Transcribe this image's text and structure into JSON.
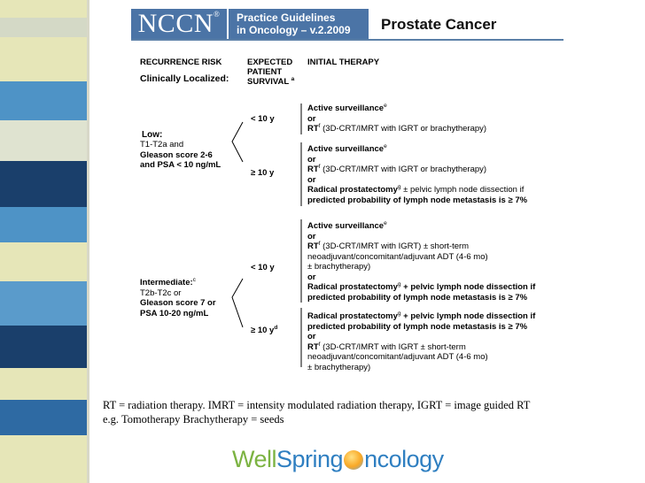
{
  "header": {
    "logo": "NCCN",
    "logo_mark": "®",
    "guidelines_line1": "Practice Guidelines",
    "guidelines_line2": "in Oncology – v.2.2009",
    "title": "Prostate Cancer"
  },
  "columns": {
    "recurrence_risk": "RECURRENCE RISK",
    "clinically_localized": "Clinically Localized:",
    "survival_line1": "EXPECTED",
    "survival_line2": "PATIENT",
    "survival_line3": "SURVIVAL",
    "survival_sup": "a",
    "initial_therapy": "INITIAL THERAPY"
  },
  "low": {
    "label": "Low:",
    "line2": "T1-T2a and",
    "line3": "Gleason score 2-6",
    "line4": "and PSA < 10 ng/mL",
    "branch1": "< 10 y",
    "branch2": "≥ 10 y",
    "therapy1": [
      "Active surveillance",
      "or",
      "RT",
      "(3D-CRT/IMRT with IGRT or brachytherapy)"
    ],
    "therapy1_sups": [
      "e",
      "f"
    ],
    "therapy2": [
      "Active surveillance",
      "or",
      "RT",
      "(3D-CRT/IMRT with IGRT or brachytherapy)",
      "or",
      "Radical prostatectomy",
      "± pelvic lymph node dissection if",
      "predicted probability of lymph node metastasis is ≥ 7%"
    ],
    "therapy2_sups": [
      "e",
      "f",
      "g"
    ]
  },
  "intermediate": {
    "label": "Intermediate:",
    "label_sup": "c",
    "line2": "T2b-T2c or",
    "line3": "Gleason score 7 or",
    "line4": "PSA 10-20 ng/mL",
    "branch1": "< 10 y",
    "branch2": "≥ 10 y",
    "branch2_sup": "d",
    "therapy1": [
      "Active surveillance",
      "or",
      "RT",
      "(3D-CRT/IMRT with IGRT) ± short-term",
      "neoadjuvant/concomitant/adjuvant ADT (4-6 mo)",
      "± brachytherapy)",
      "or",
      "Radical prostatectomy",
      "+ pelvic lymph node dissection if",
      "predicted probability of lymph node metastasis is ≥ 7%"
    ],
    "therapy1_sups": [
      "e",
      "f",
      "g"
    ],
    "therapy2": [
      "Radical prostatectomy",
      "+ pelvic lymph node dissection if",
      "predicted probability of lymph node metastasis is ≥ 7%",
      "or",
      "RT",
      "(3D-CRT/IMRT with IGRT ± short-term",
      "neoadjuvant/concomitant/adjuvant ADT (4-6 mo)",
      "± brachytherapy)"
    ],
    "therapy2_sups": [
      "g",
      "f"
    ]
  },
  "caption": {
    "line1": "RT = radiation therapy.  IMRT = intensity modulated radiation therapy, IGRT = image guided RT",
    "line2": "e.g. Tomotherapy Brachytherapy = seeds"
  },
  "brand": {
    "part1": "Well",
    "part2": "Spring",
    "part3": "ncology"
  },
  "colors": {
    "nccn_blue": "#4b74a6",
    "strip_cream": "#e6e6b8",
    "strip_light_blue": "#4e93c6",
    "strip_navy": "#1a3f6b",
    "brand_green": "#7cb342",
    "brand_blue": "#2f7fc1"
  }
}
